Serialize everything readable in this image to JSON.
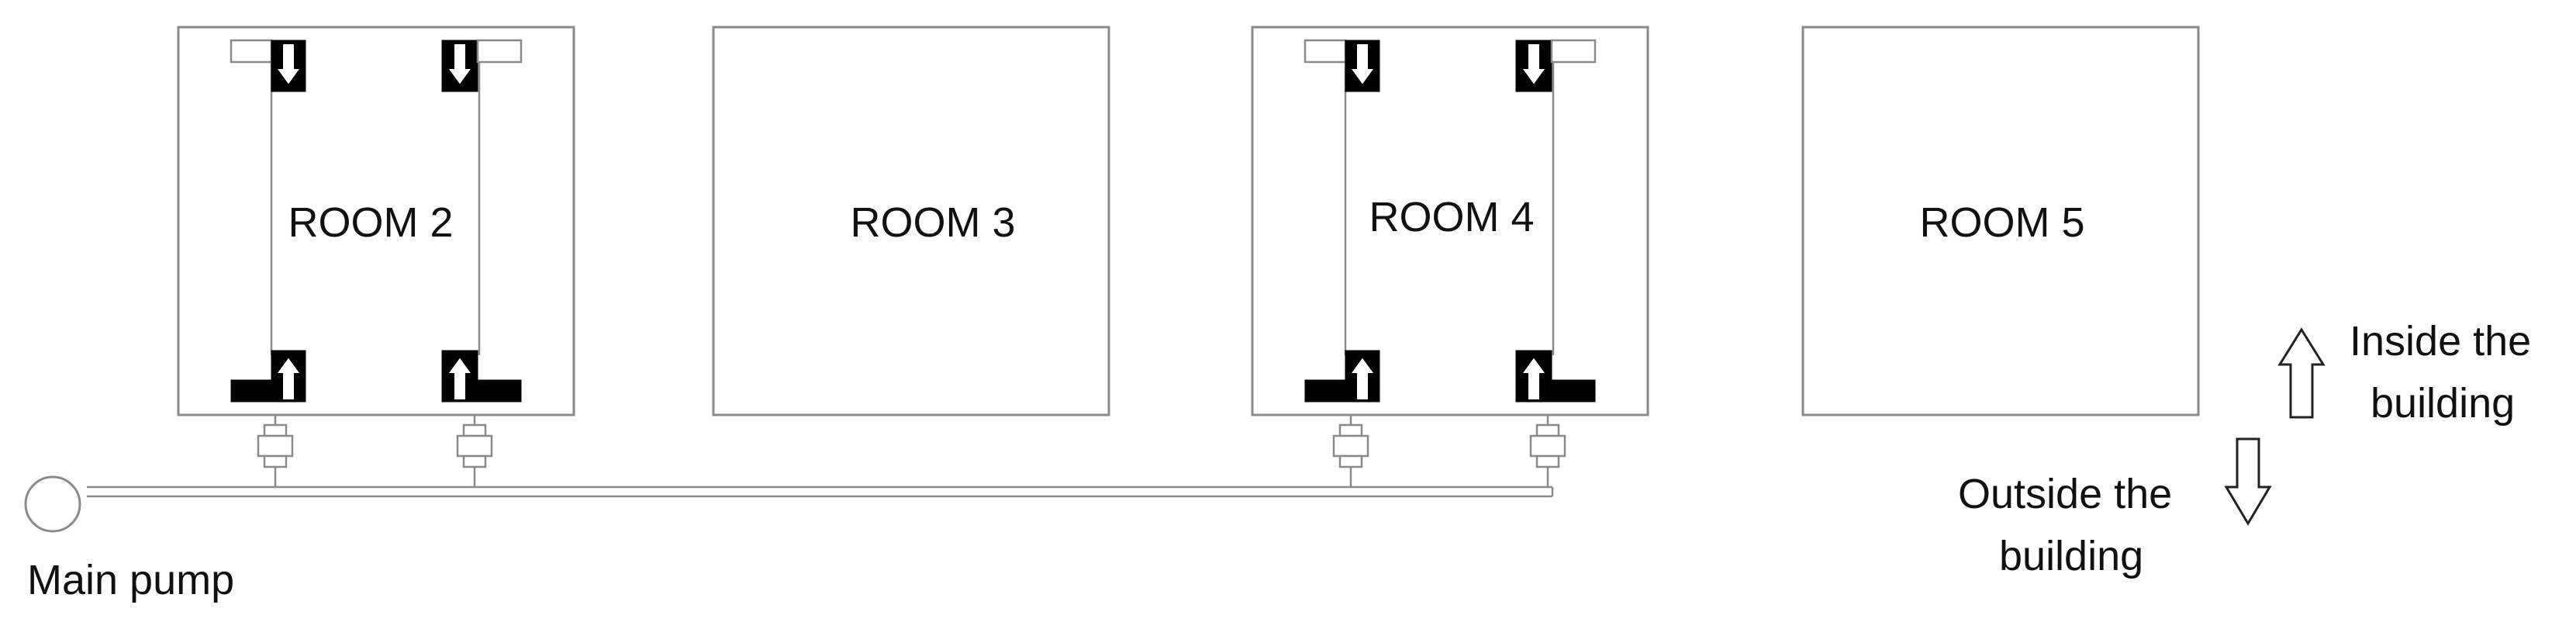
{
  "rooms": [
    {
      "label": "ROOM 2",
      "has_devices": true
    },
    {
      "label": "ROOM 3",
      "has_devices": false
    },
    {
      "label": "ROOM 4",
      "has_devices": true
    },
    {
      "label": "ROOM 5",
      "has_devices": false
    }
  ],
  "pump": {
    "label": "Main pump"
  },
  "legend": {
    "inside_line1": "Inside the",
    "inside_line2": "building",
    "outside_line1": "Outside the",
    "outside_line2": "building"
  },
  "colors": {
    "line": "#8a8a8a",
    "device_fill": "#000000",
    "background": "#ffffff"
  },
  "icons": {
    "inside": "up-arrow-icon",
    "outside": "down-arrow-icon"
  }
}
